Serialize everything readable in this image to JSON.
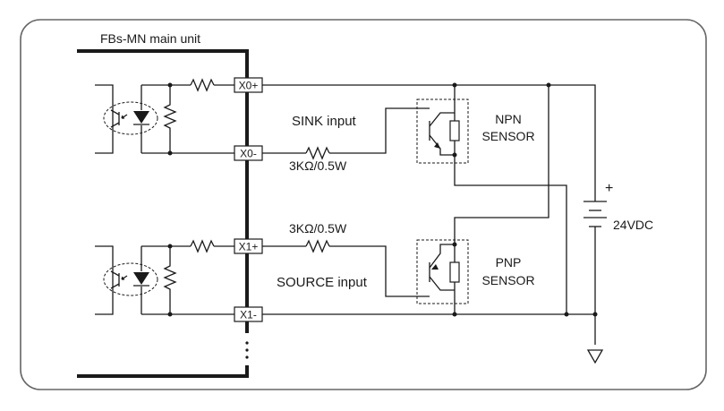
{
  "title": "FBs-MN main unit",
  "terminals": {
    "x0p": "X0+",
    "x0m": "X0-",
    "x1p": "X1+",
    "x1m": "X1-"
  },
  "labels": {
    "sink": "SINK input",
    "source": "SOURCE input",
    "res_top": "3KΩ/0.5W",
    "res_bottom": "3KΩ/0.5W",
    "npn_line1": "NPN",
    "npn_line2": "SENSOR",
    "pnp_line1": "PNP",
    "pnp_line2": "SENSOR",
    "supply": "24VDC",
    "plus": "+"
  },
  "colors": {
    "line": "#1a1a1a",
    "frame": "#666666",
    "background": "#ffffff"
  }
}
